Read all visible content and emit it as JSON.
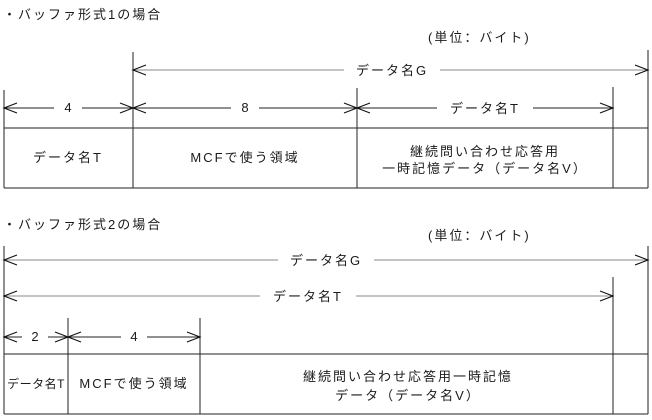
{
  "figure": {
    "line_color": "#222222",
    "long_arrow_color": "#8a8a8a",
    "text_color": "#1a1a1a"
  },
  "format1": {
    "title": "・バッファ形式1の場合",
    "unit_note": "(単位：バイト)",
    "span_g_label": "データ名G",
    "dim_labels": [
      "4",
      "8",
      "データ名T"
    ],
    "cells": [
      {
        "label": "データ名T"
      },
      {
        "label": "MCFで使う領域"
      },
      {
        "line1": "継続問い合わせ応答用",
        "line2": "一時記憶データ（データ名V）"
      },
      {
        "label": ""
      }
    ]
  },
  "format2": {
    "title": "・バッファ形式2の場合",
    "unit_note": "(単位：バイト)",
    "span_g_label": "データ名G",
    "span_t_label": "データ名T",
    "dim_labels": [
      "2",
      "4"
    ],
    "cells": [
      {
        "label": "データ名T"
      },
      {
        "label": "MCFで使う領域"
      },
      {
        "line1": "継続問い合わせ応答用一時記憶",
        "line2": "データ（データ名V）"
      },
      {
        "label": ""
      }
    ]
  }
}
